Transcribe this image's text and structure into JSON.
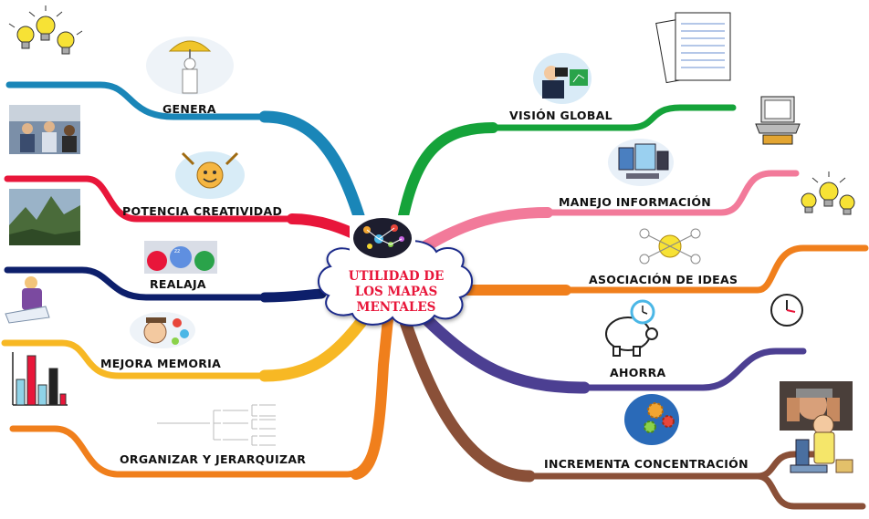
{
  "center": {
    "lines": [
      "UTILIDAD DE",
      "LOS MAPAS",
      "MENTALES"
    ],
    "color": "#e8163a"
  },
  "branches_left": [
    {
      "label": "GENERA",
      "color": "#1a86b8",
      "icon": "umbrella-idea-icon"
    },
    {
      "label": "POTENCIA CREATIVIDAD",
      "color": "#e8163a",
      "icon": "creative-face-icon"
    },
    {
      "label": "REALAJA",
      "color": "#0d1f6b",
      "icon": "relax-circles-icon"
    },
    {
      "label": "MEJORA MEMORIA",
      "color": "#f7b824",
      "icon": "memory-person-icon"
    },
    {
      "label": "ORGANIZAR Y JERARQUIZAR",
      "color": "#f07f1c",
      "icon": "hierarchy-tree-icon"
    }
  ],
  "branches_right": [
    {
      "label": "VISIÓN GLOBAL",
      "color": "#15a33a",
      "icon": "binoculars-man-icon"
    },
    {
      "label": "MANEJO INFORMACIÓN",
      "color": "#f27a9a",
      "icon": "devices-icon"
    },
    {
      "label": "ASOCIACIÓN DE IDEAS",
      "color": "#f07f1c",
      "icon": "idea-network-icon"
    },
    {
      "label": "AHORRA",
      "color": "#4c3f92",
      "icon": "piggy-bank-clock-icon"
    },
    {
      "label": "INCREMENTA CONCENTRACIÓN",
      "color": "#8a5038",
      "icon": "brain-gears-icon"
    }
  ],
  "decorations": [
    "lightbulbs-icon",
    "classroom-photo-icon",
    "mountain-photo-icon",
    "reading-person-icon",
    "bar-chart-icon",
    "documents-icon",
    "laptop-icon",
    "lightbulbs-icon",
    "clock-icon",
    "stressed-man-icon",
    "scientist-microscope-icon",
    "brain-network-icon"
  ]
}
